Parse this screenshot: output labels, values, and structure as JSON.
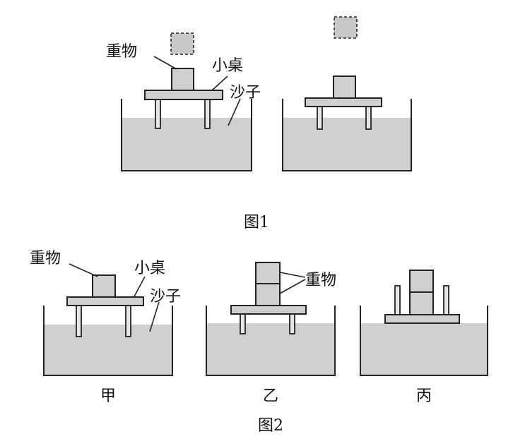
{
  "figure1": {
    "caption": "图1",
    "labels": {
      "weight": "重物",
      "table": "小桌",
      "sand": "沙子"
    }
  },
  "figure2": {
    "caption": "图2",
    "labels": {
      "weight": "重物",
      "table": "小桌",
      "sand": "沙子",
      "weight_yi": "重物"
    },
    "panels": [
      "甲",
      "乙",
      "丙"
    ]
  }
}
